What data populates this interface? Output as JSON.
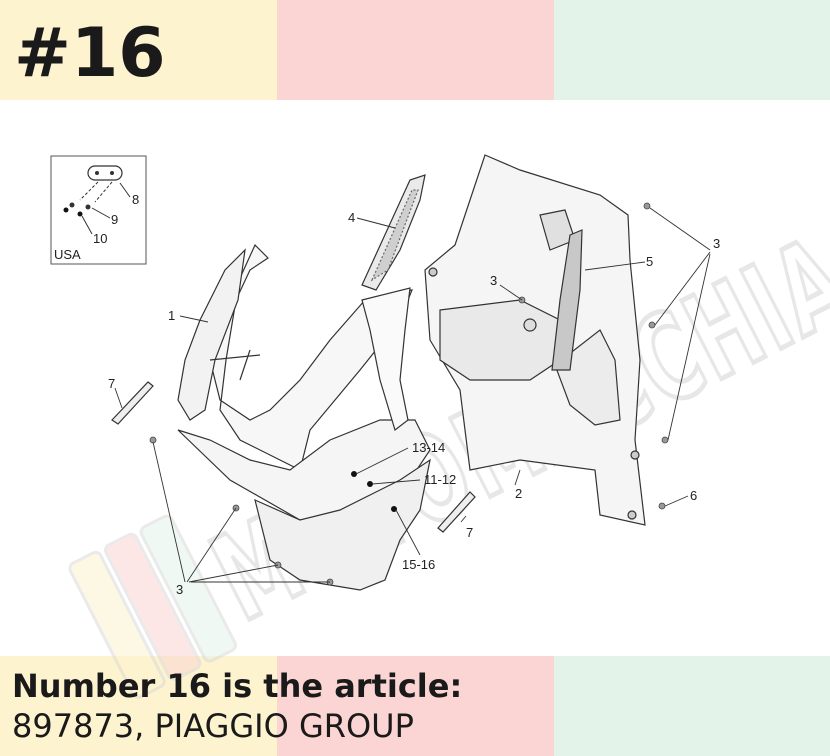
{
  "header": {
    "part_number": "#16"
  },
  "diagram": {
    "inset_label": "USA",
    "callouts": [
      "1",
      "2",
      "3",
      "3",
      "3",
      "4",
      "5",
      "6",
      "7",
      "7",
      "8",
      "9",
      "10",
      "11-12",
      "13-14",
      "15-16"
    ]
  },
  "watermark": {
    "text": "MOTOMACCHIA"
  },
  "footer": {
    "line1": "Number 16 is the article:",
    "line2": "897873, PIAGGIO GROUP"
  },
  "colors": {
    "yellow": "#fdf3cf",
    "pink": "#fbd5d3",
    "mint": "#e3f3ea"
  }
}
